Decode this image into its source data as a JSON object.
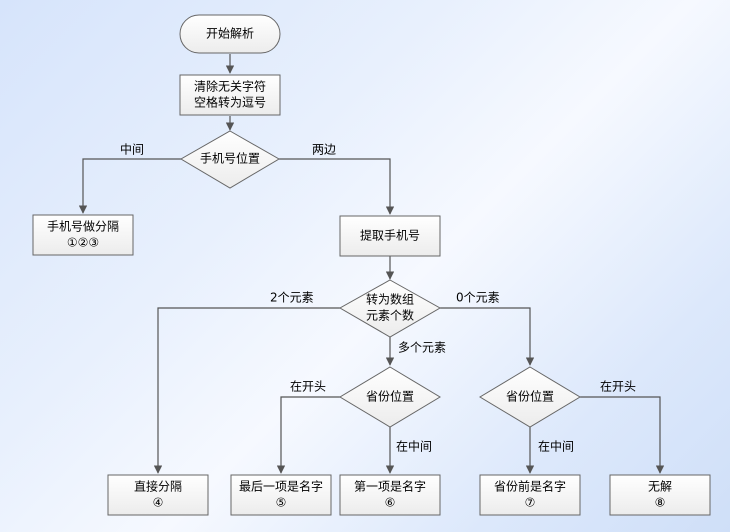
{
  "nodes": {
    "start": [
      "开始解析"
    ],
    "clean": [
      "清除无关字符",
      "空格转为逗号"
    ],
    "phone_pos": [
      "手机号位置"
    ],
    "phone_sep": [
      "手机号做分隔",
      "①②③"
    ],
    "extract": [
      "提取手机号"
    ],
    "to_array": [
      "转为数组",
      "元素个数"
    ],
    "prov_pos_left": [
      "省份位置"
    ],
    "prov_pos_right": [
      "省份位置"
    ],
    "direct_sep": [
      "直接分隔",
      "④"
    ],
    "last_is_name": [
      "最后一项是名字",
      "⑤"
    ],
    "first_is_name": [
      "第一项是名字",
      "⑥"
    ],
    "before_prov_name": [
      "省份前是名字",
      "⑦"
    ],
    "no_solution": [
      "无解",
      "⑧"
    ]
  },
  "edge_labels": {
    "middle": "中间",
    "both_sides": "两边",
    "two_elements": "2个元素",
    "zero_elements": "0个元素",
    "many_elements": "多个元素",
    "at_start_left": "在开头",
    "in_middle_left": "在中间",
    "in_middle_right": "在中间",
    "at_start_right": "在开头"
  }
}
